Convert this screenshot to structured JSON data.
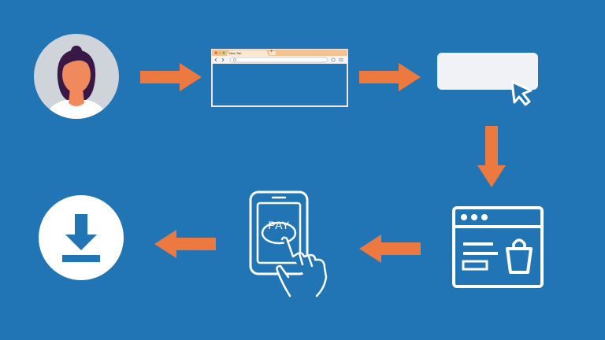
{
  "colors": {
    "background": "#2275b4",
    "arrow": "#ec7a40",
    "white": "#ffffff",
    "avatar_circle": "#cfd3da",
    "skin": "#f08a5d",
    "hair": "#3a1846",
    "panel": "#f1f2f6"
  },
  "flow": [
    {
      "step": 1,
      "icon": "user-avatar-icon"
    },
    {
      "step": 2,
      "icon": "browser-window-icon"
    },
    {
      "step": 3,
      "icon": "click-button-icon"
    },
    {
      "step": 4,
      "icon": "shop-webpage-icon"
    },
    {
      "step": 5,
      "icon": "mobile-pay-icon"
    },
    {
      "step": 6,
      "icon": "download-icon"
    }
  ],
  "browser": {
    "tab_title": "New Tab",
    "new_tab_symbol": "+"
  },
  "payment": {
    "label": "PAY"
  }
}
